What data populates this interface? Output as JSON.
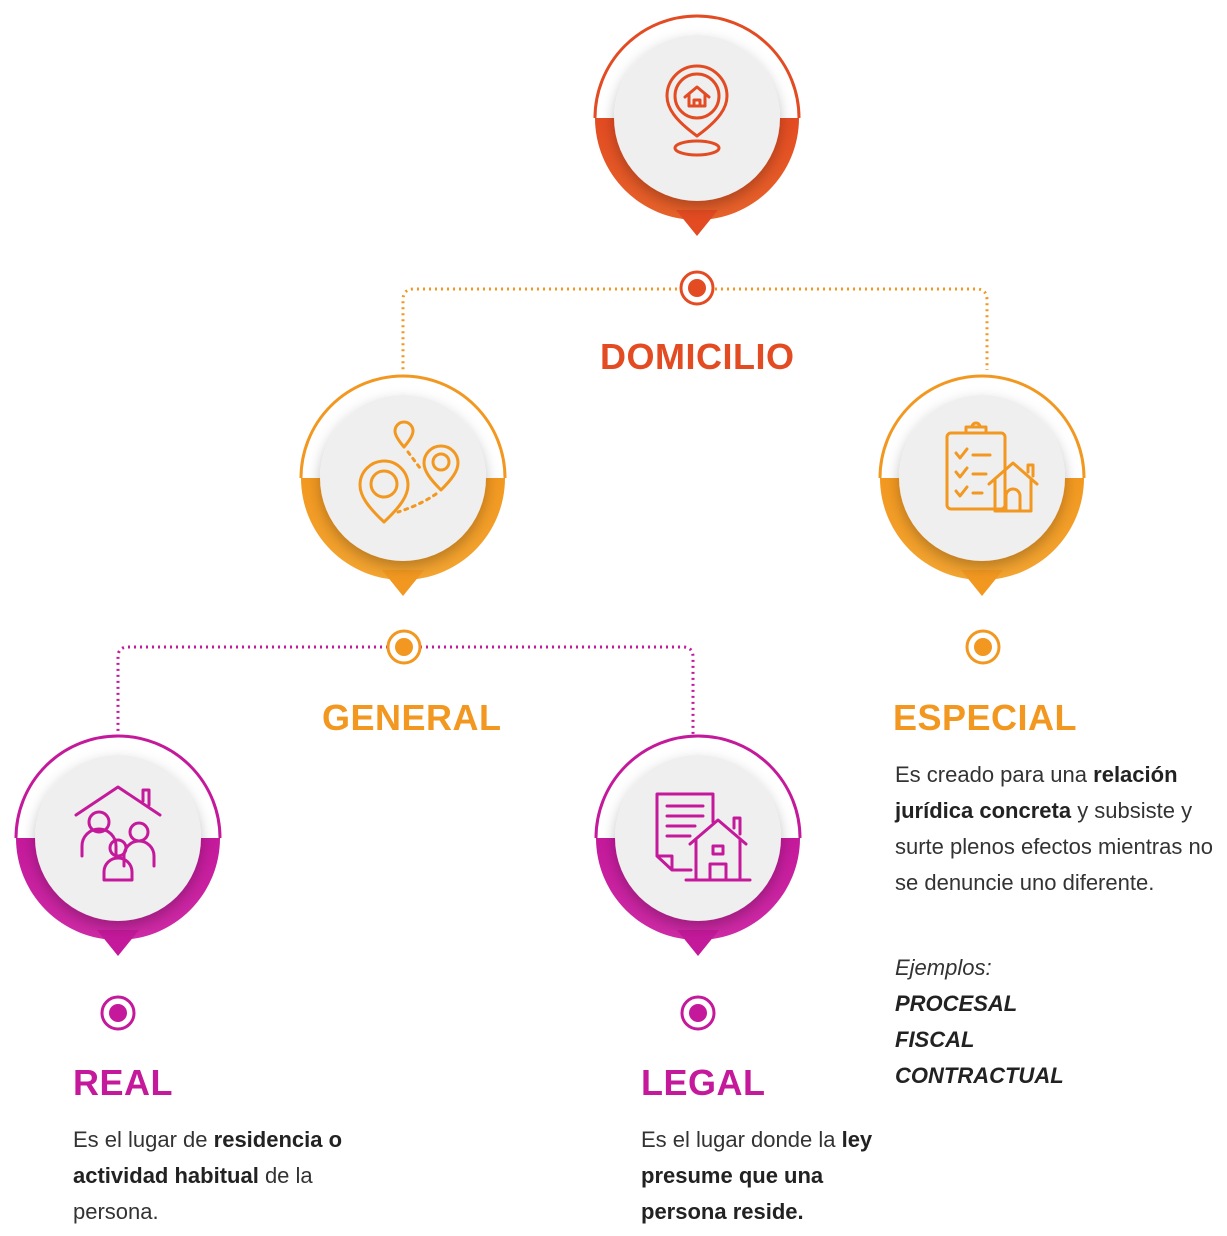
{
  "colors": {
    "red": "#e34b22",
    "red_light": "#f08a3a",
    "orange": "#f29820",
    "orange_light": "#f6b64a",
    "magenta": "#c4199b",
    "magenta_light": "#d64bb5",
    "circle_fill": "#efefef"
  },
  "nodes": {
    "domicilio": {
      "title": "DOMICILIO",
      "icon": "home-location-pin-icon"
    },
    "general": {
      "title": "GENERAL",
      "icon": "route-pins-icon"
    },
    "especial": {
      "title": "ESPECIAL",
      "icon": "checklist-house-icon",
      "desc": {
        "p1": "Es creado  para una ",
        "b1": "relación jurídica concreta",
        "p2": " y subsiste y surte plenos efectos mientras no se denuncie uno diferente."
      },
      "examples_label": "Ejemplos:",
      "examples": [
        "PROCESAL",
        "FISCAL",
        "CONTRACTUAL"
      ]
    },
    "real": {
      "title": "REAL",
      "icon": "family-house-icon",
      "desc": {
        "p1": "Es el lugar de ",
        "b1": "residencia o actividad habitual",
        "p2": " de la persona."
      }
    },
    "legal": {
      "title": "LEGAL",
      "icon": "document-house-icon",
      "desc": {
        "p1": "Es el lugar donde la ",
        "b1": "ley presume que una persona reside."
      }
    }
  }
}
